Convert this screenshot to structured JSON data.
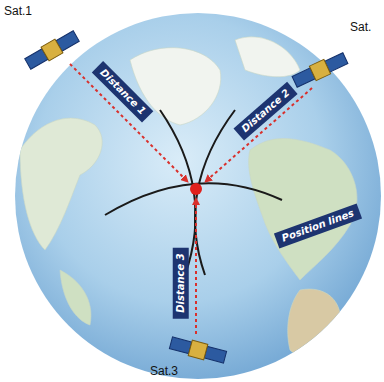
{
  "diagram": {
    "nodes": [
      {
        "text": [
          "Distance 1"
        ]
      },
      {
        "text": [
          "Distance 2"
        ]
      },
      {
        "text": [
          "Position lines"
        ]
      },
      {
        "text": [
          "Distance 3"
        ]
      }
    ],
    "labels": [
      "Sat.1",
      "Sat.",
      "Sat.3"
    ]
  }
}
